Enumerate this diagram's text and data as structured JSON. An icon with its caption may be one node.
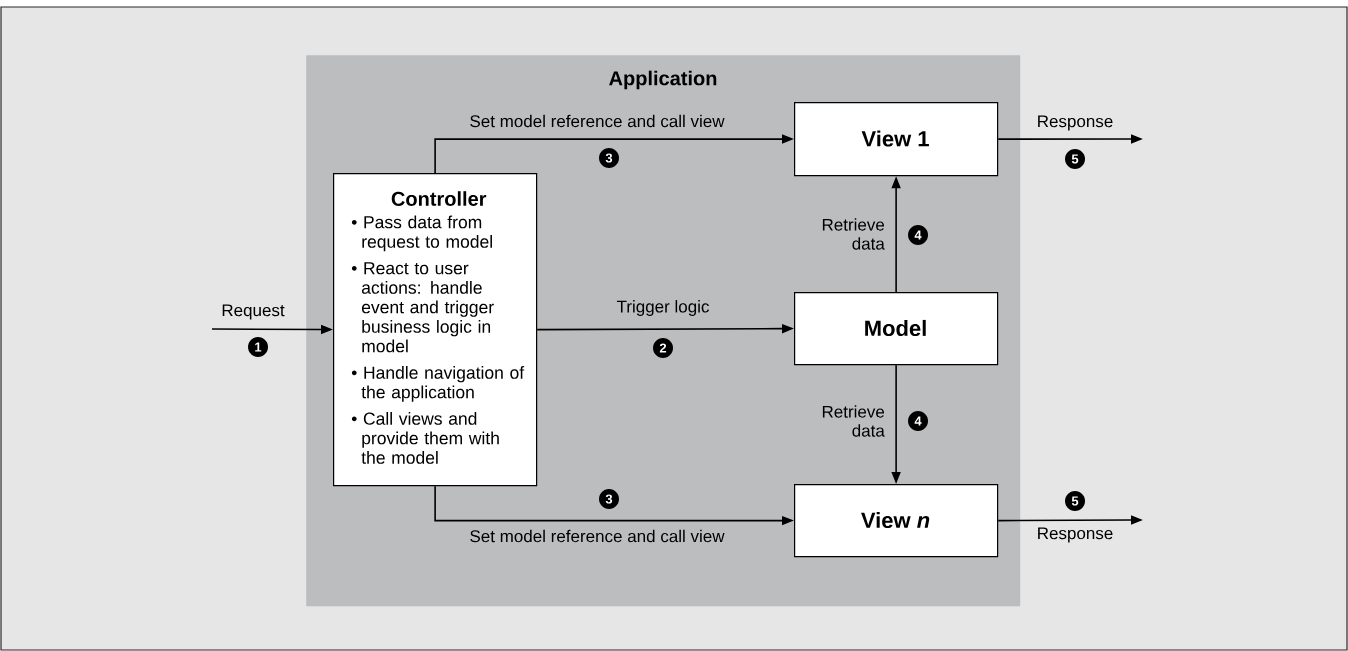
{
  "diagram": {
    "nodes": [
      {
        "text": [
          "Application"
        ]
      },
      {
        "text": [
          "Controller",
          "• Pass data from request to model",
          "• React to user actions: handle event and trigger business logic in model",
          "• Handle navigation of the application",
          "• Call views and provide them with the model"
        ],
        "in": 0
      },
      {
        "text": [
          "View 1"
        ],
        "in": 0
      },
      {
        "text": [
          "Model"
        ],
        "in": 0
      },
      {
        "text": [
          "View *n*"
        ],
        "in": 0
      }
    ],
    "edges": [
      {
        "from": null,
        "to": 1,
        "arrow": "to",
        "label": "Request"
      },
      {
        "from": 1,
        "to": 2,
        "arrow": "to",
        "label": "Set model reference and call view"
      },
      {
        "from": 1,
        "to": 3,
        "arrow": "to",
        "label": "Trigger logic"
      },
      {
        "from": 3,
        "to": 2,
        "arrow": "to",
        "label": "Retrieve data"
      },
      {
        "from": 3,
        "to": 4,
        "arrow": "to",
        "label": "Retrieve data"
      },
      {
        "from": 1,
        "to": 4,
        "arrow": "to",
        "label": "Set model reference and call view"
      },
      {
        "from": 2,
        "to": null,
        "arrow": "to",
        "label": "Response"
      },
      {
        "from": 4,
        "to": null,
        "arrow": "to",
        "label": "Response"
      }
    ],
    "labels": [
      "3",
      "5",
      "4",
      "1",
      "2",
      "4",
      "3",
      "5"
    ]
  }
}
